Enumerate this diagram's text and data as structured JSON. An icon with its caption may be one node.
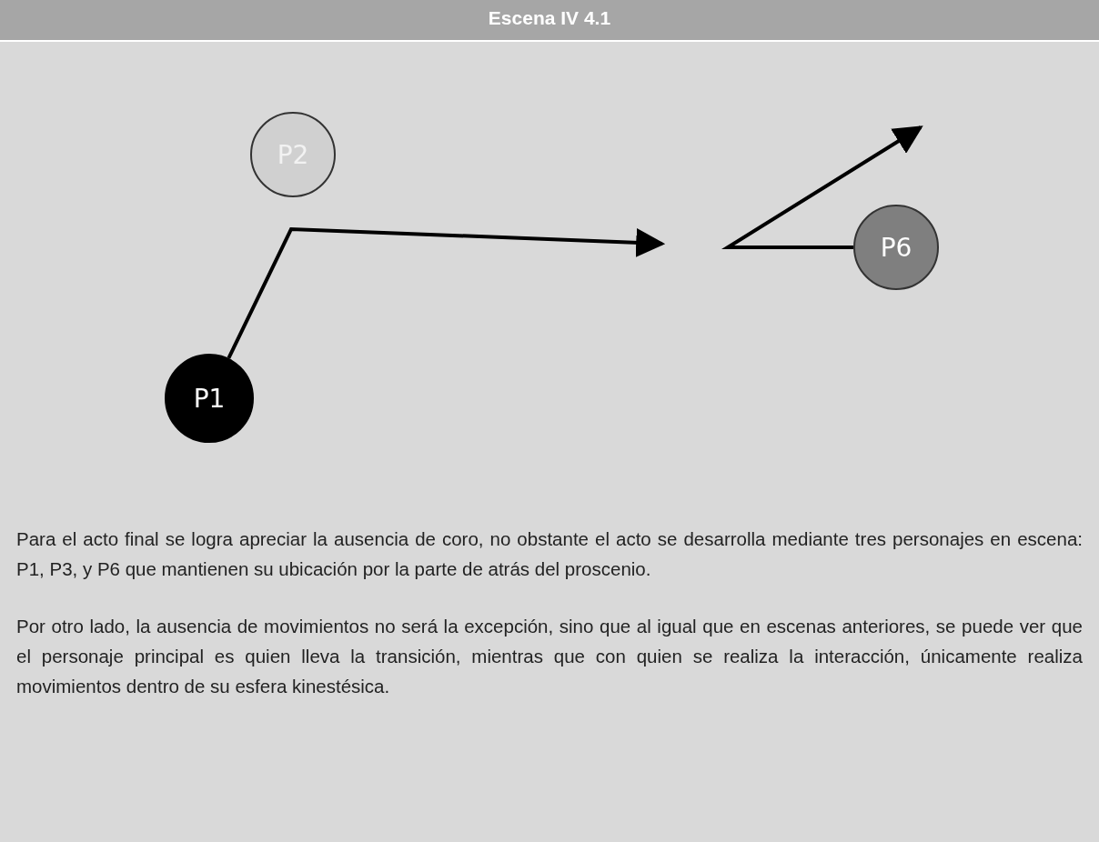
{
  "diagram": {
    "title": "Escena IV 4.1",
    "nodes": [
      {
        "text": [
          "P2"
        ]
      },
      {
        "text": [
          "P6"
        ]
      },
      {
        "text": [
          "P1"
        ]
      }
    ],
    "edges": [
      {
        "from": 2,
        "to": null,
        "arrow": "to"
      },
      {
        "from": 1,
        "to": null,
        "arrow": "to"
      }
    ],
    "labels": [
      "Para el acto final se logra apreciar la ausencia de coro, no obstante el acto se desarrolla mediante tres personajes en escena: P1, P3, y P6 que mantienen su ubicación por la parte de atrás del proscenio.",
      "Por otro lado, la ausencia de movimientos no será la excepción, sino que al igual que en escenas anteriores, se puede ver que el personaje principal es quien lleva la transición, mientras que con quien se realiza la interacción, únicamente realiza movimientos dentro de su esfera kinestésica."
    ]
  }
}
